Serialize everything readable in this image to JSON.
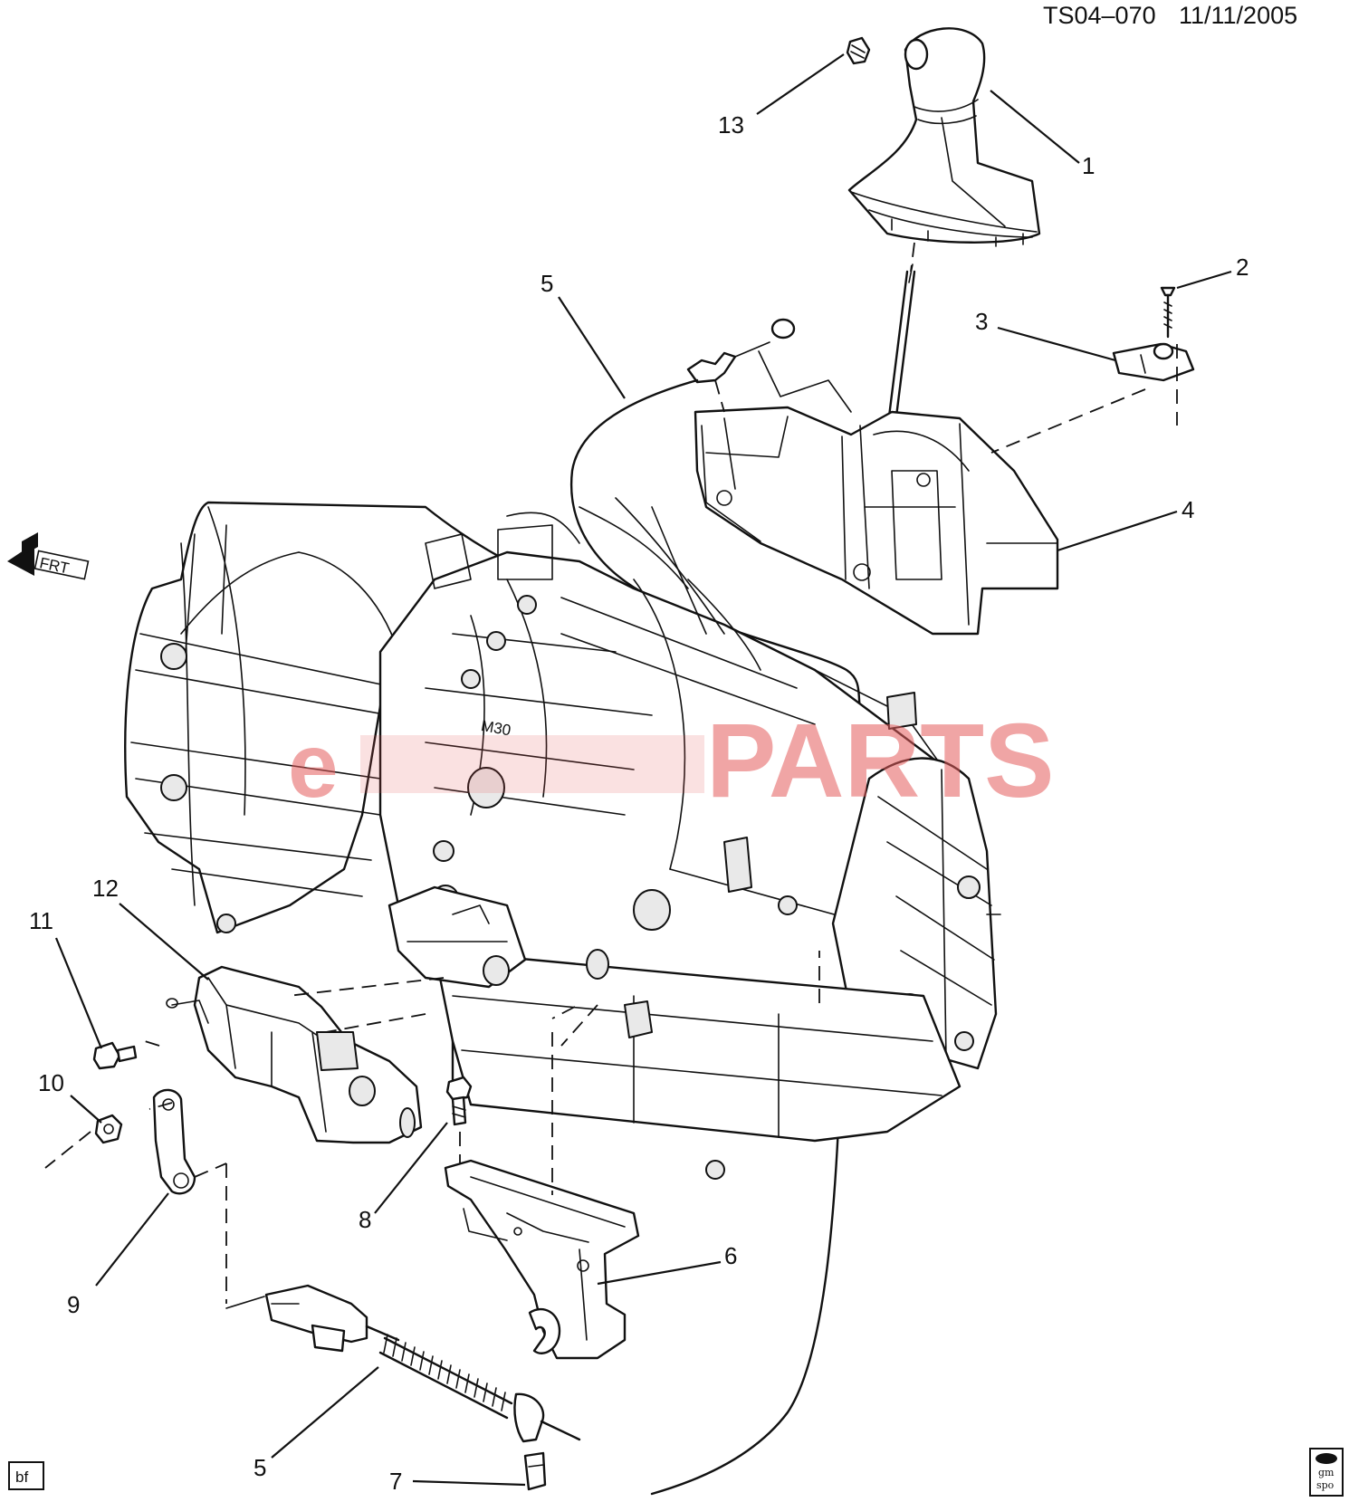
{
  "header": {
    "code": "TS04–070",
    "date": "11/11/2005"
  },
  "watermark": {
    "brand_prefix": "e",
    "brand_suffix": "PARTS",
    "color": "#e35b5b"
  },
  "casting_mark": "M30",
  "front_indicator": "FRT",
  "footer": {
    "artist_initials": "bf",
    "logo_line1": "gm",
    "logo_line2": "spo"
  },
  "callouts": [
    "13",
    "1",
    "2",
    "3",
    "5",
    "4",
    "12",
    "11",
    "10",
    "8",
    "6",
    "9",
    "5",
    "7"
  ]
}
